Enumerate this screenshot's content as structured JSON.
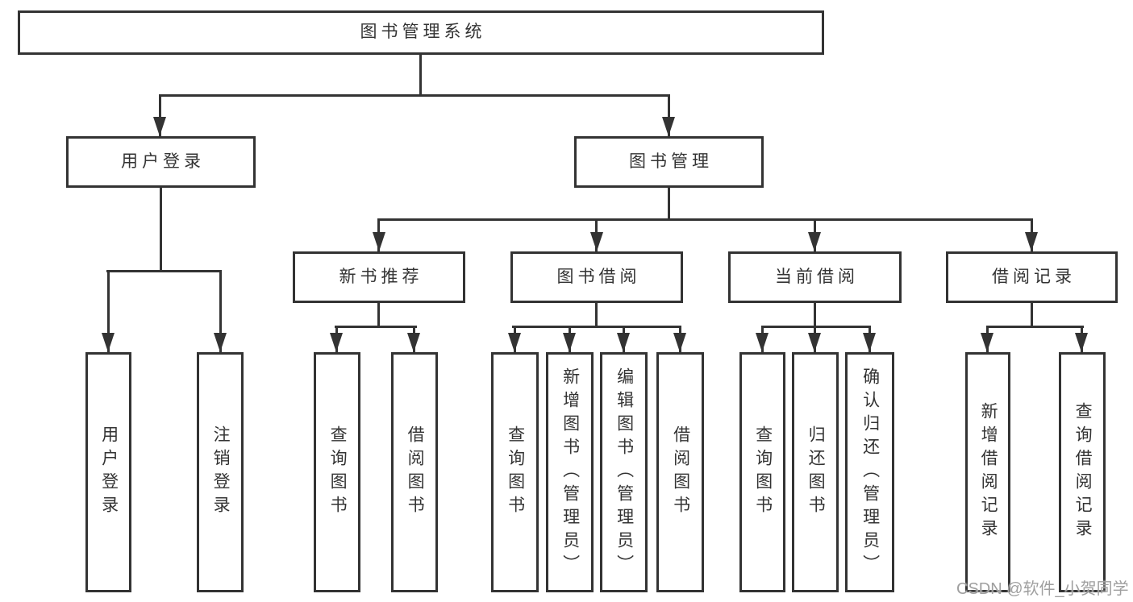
{
  "style": {
    "line_color": "#333333",
    "text_color": "#333333",
    "box_bg": "#ffffff",
    "watermark_color": "#9f9f9f"
  },
  "watermark": {
    "text": "CSDN @软件_小贺同学"
  },
  "tree": {
    "label": "图书管理系统",
    "children": [
      {
        "label": "用户登录",
        "children": [
          {
            "label": "用户登录"
          },
          {
            "label": "注销登录"
          }
        ]
      },
      {
        "label": "图书管理",
        "children": [
          {
            "label": "新书推荐",
            "children": [
              {
                "label": "查询图书"
              },
              {
                "label": "借阅图书"
              }
            ]
          },
          {
            "label": "图书借阅",
            "children": [
              {
                "label": "查询图书"
              },
              {
                "label": "新增图书（管理员）"
              },
              {
                "label": "编辑图书（管理员）"
              },
              {
                "label": "借阅图书"
              }
            ]
          },
          {
            "label": "当前借阅",
            "children": [
              {
                "label": "查询图书"
              },
              {
                "label": "归还图书"
              },
              {
                "label": "确认归还（管理员）"
              }
            ]
          },
          {
            "label": "借阅记录",
            "children": [
              {
                "label": "新增借阅记录"
              },
              {
                "label": "查询借阅记录"
              }
            ]
          }
        ]
      }
    ]
  }
}
